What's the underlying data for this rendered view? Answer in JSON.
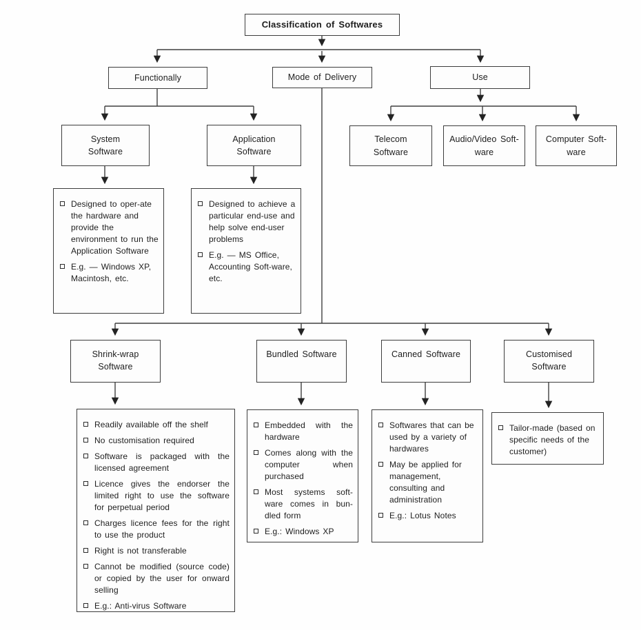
{
  "colors": {
    "line": "#3f3f3f",
    "arrow": "#232323",
    "border": "#3c3c3c",
    "text": "#1d1d1d",
    "background": "#fefefe"
  },
  "nodes": {
    "title": "Classification of Softwares",
    "functionally": "Functionally",
    "mode_of_delivery": "Mode of Delivery",
    "use": "Use",
    "system": "System\nSoftware",
    "application": "Application\nSoftware",
    "telecom": "Telecom\nSoftware",
    "audio_video": "Audio/Video Soft-\nware",
    "computer": "Computer Soft-\nware",
    "shrink_wrap": "Shrink-wrap\nSoftware",
    "bundled": "Bundled Software",
    "canned": "Canned Software",
    "customised": "Customised\nSoftware"
  },
  "details": {
    "system": {
      "bullets": [
        "Designed to oper-ate the hardware and provide the environment to run the Application Software",
        "E.g. — Windows XP, Macintosh, etc."
      ]
    },
    "application": {
      "bullets": [
        "Designed to achieve a particular end-use and help solve end-user problems",
        "E.g. — MS Office, Accounting Soft-ware, etc."
      ]
    },
    "shrink_wrap": {
      "bullets": [
        "Readily available off the shelf",
        "No customisation required",
        "Software is packaged with the licensed agreement",
        "Licence gives the endorser the limited right to use the software for perpetual period",
        "Charges licence fees for the right to use the product",
        "Right is not transferable",
        "Cannot be modified (source code) or copied by the user for onward selling",
        "E.g.: Anti-virus Software"
      ]
    },
    "bundled": {
      "bullets": [
        "Embedded with the hardware",
        "Comes along with the computer when purchased",
        "Most systems soft-ware comes in bun-dled form",
        "E.g.: Windows XP"
      ]
    },
    "canned": {
      "bullets": [
        "Softwares that can be used by a variety of hardwares",
        "May be applied for management, consulting and administration",
        "E.g.: Lotus Notes"
      ]
    },
    "customised": {
      "bullets": [
        "Tailor-made (based on specific needs of the customer)"
      ]
    }
  }
}
